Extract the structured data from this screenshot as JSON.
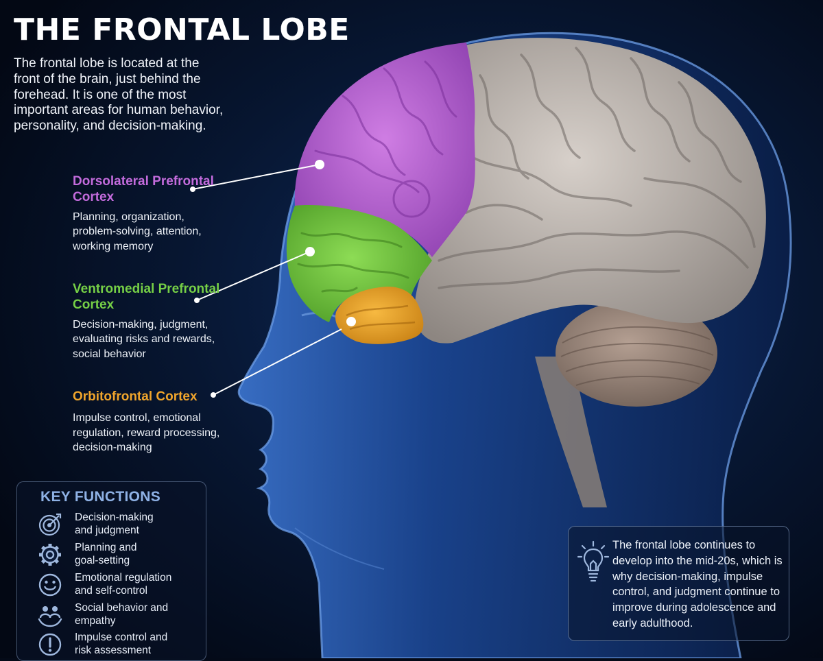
{
  "title": "THE FRONTAL LOBE",
  "intro": "The frontal lobe is located at the front of the brain, just behind the forehead. It is one of the most important areas for human behavior, personality, and decision-making.",
  "colors": {
    "dorsolateral": "#c36bdc",
    "ventromedial": "#76d046",
    "orbitofrontal": "#f0a52c",
    "key_heading": "#8fb2e6"
  },
  "regions": [
    {
      "name": "Dorsolateral Prefrontal Cortex",
      "description": "Planning, organization, problem-solving, attention, working memory"
    },
    {
      "name": "Ventromedial Prefrontal Cortex",
      "description": "Decision-making, judgment, evaluating risks and rewards, social behavior"
    },
    {
      "name": "Orbitofrontal Cortex",
      "description": "Impulse control, emotional regulation, reward processing, decision-making"
    }
  ],
  "key_functions": {
    "heading": "KEY FUNCTIONS",
    "items": [
      {
        "icon": "target-icon",
        "label": "Decision-making\nand judgment"
      },
      {
        "icon": "gear-icon",
        "label": "Planning and\ngoal-setting"
      },
      {
        "icon": "smiley-icon",
        "label": "Emotional regulation\nand self-control"
      },
      {
        "icon": "people-icon",
        "label": "Social behavior and\nempathy"
      },
      {
        "icon": "alert-icon",
        "label": "Impulse control and\nrisk assessment"
      }
    ]
  },
  "note": {
    "icon": "lightbulb-icon",
    "text": "The frontal lobe continues to develop into the mid-20s, which is why decision-making, impulse control, and judgment continue to improve during adolescence and early adulthood."
  }
}
